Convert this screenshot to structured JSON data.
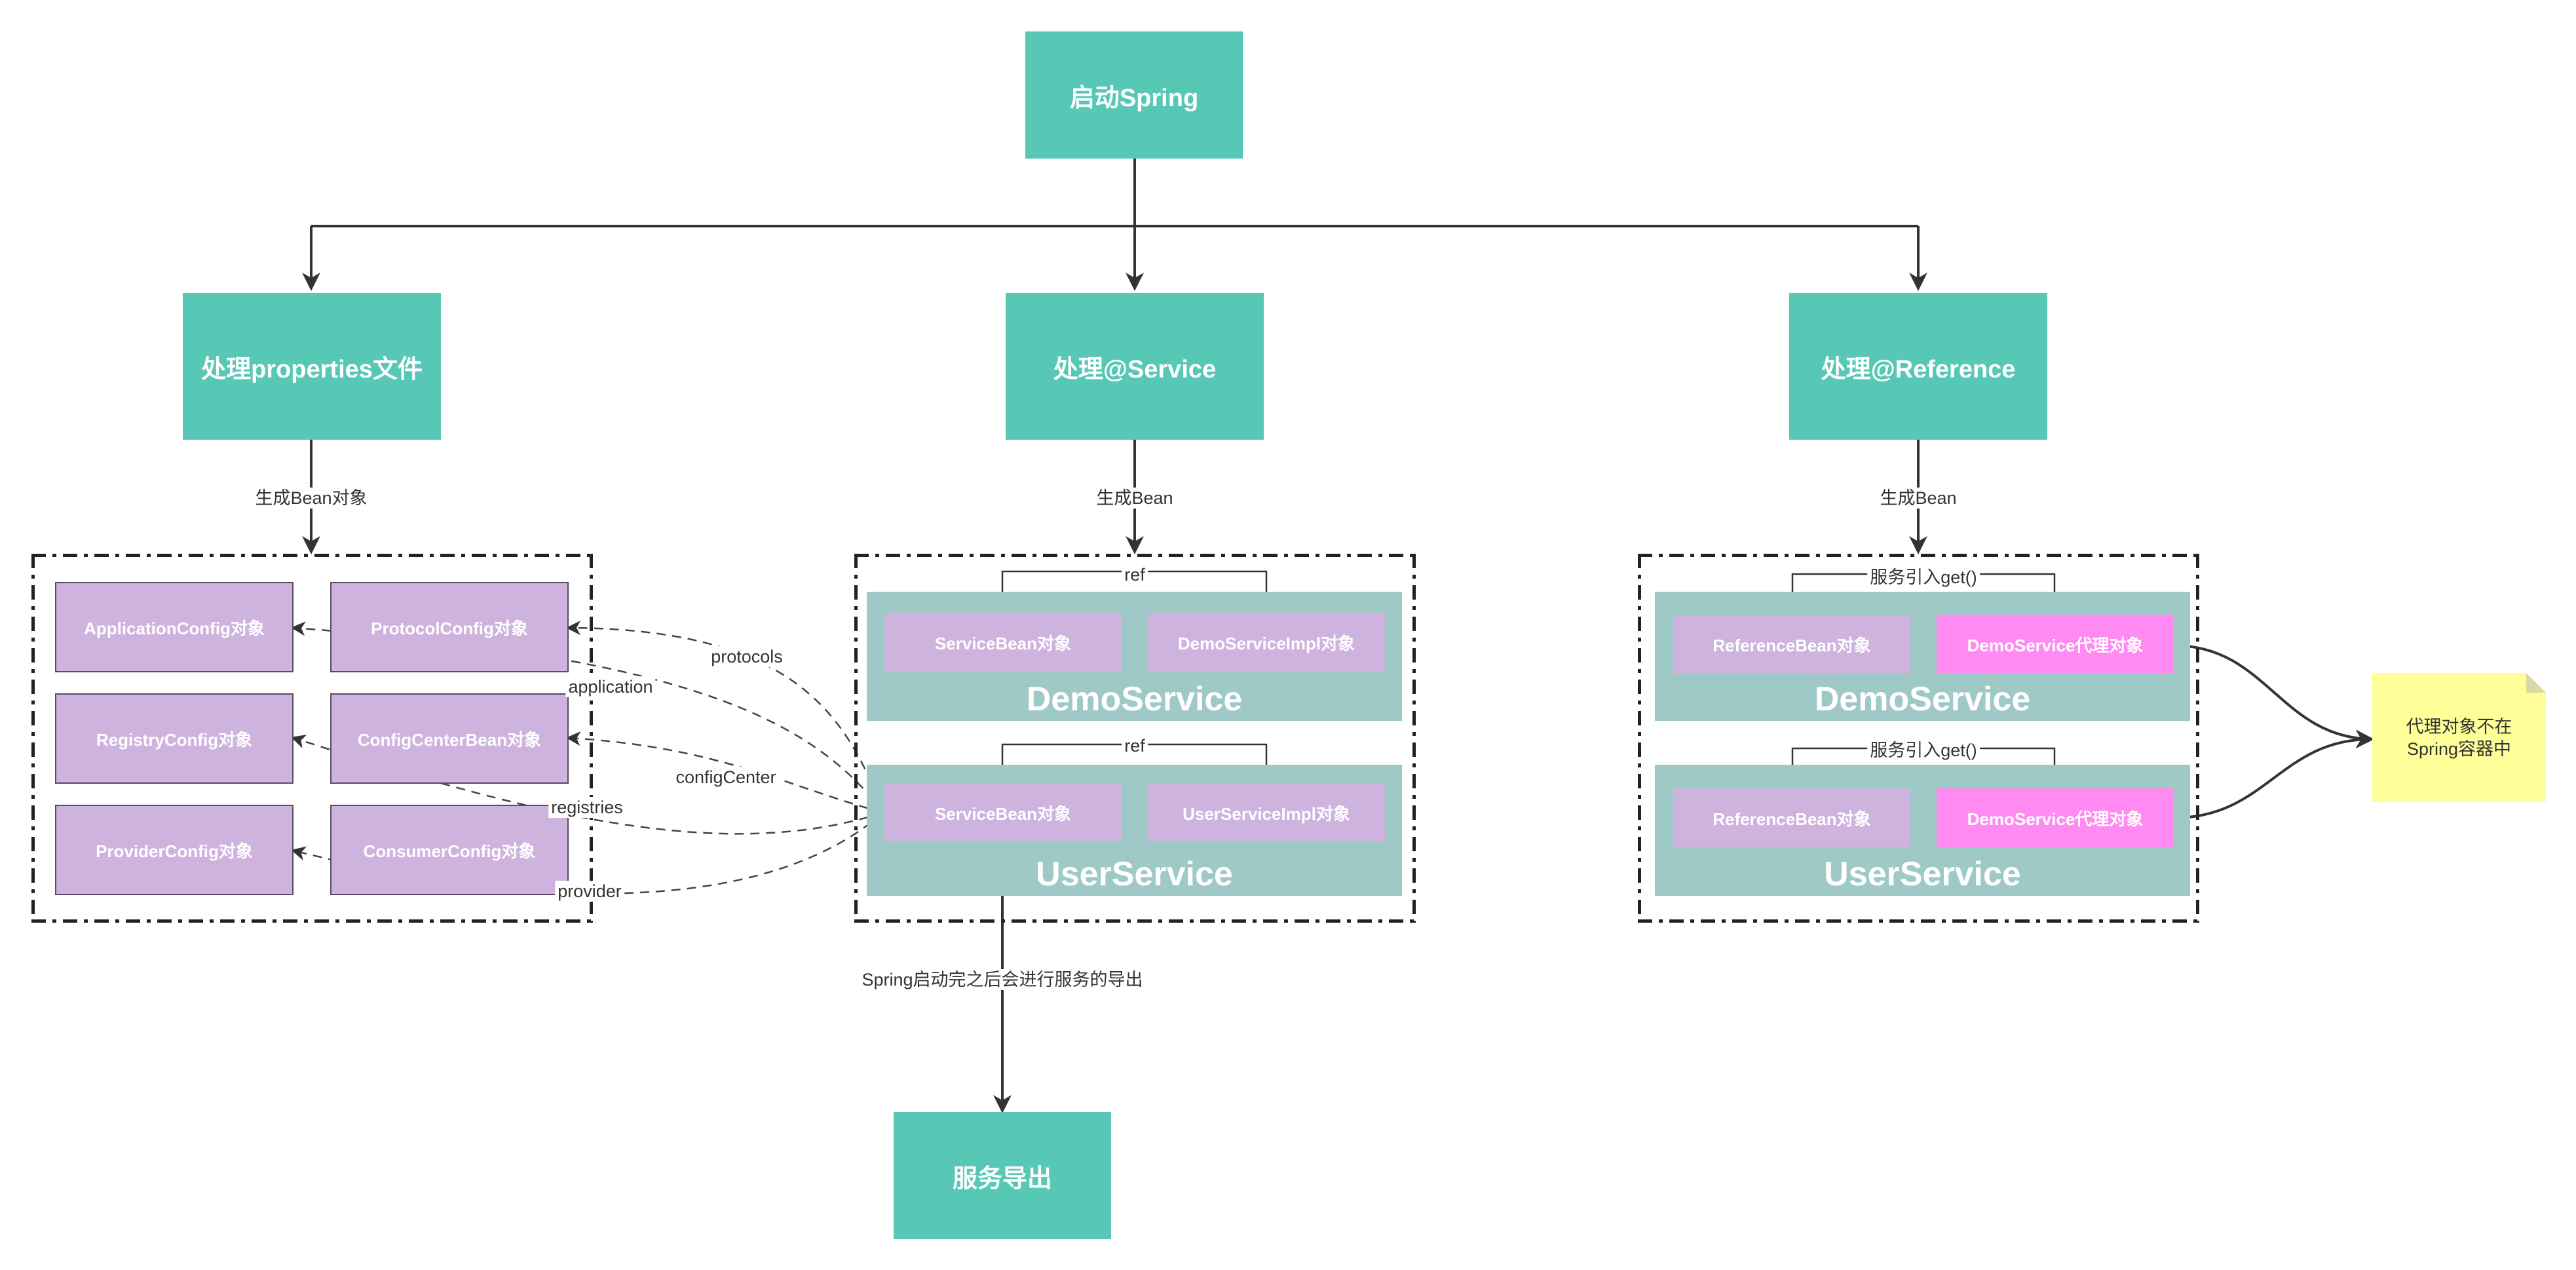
{
  "nodes": {
    "start": "启动Spring",
    "properties": "处理properties文件",
    "service": "处理@Service",
    "reference": "处理@Reference",
    "export": "服务导出"
  },
  "edges": {
    "gen_bean_obj": "生成Bean对象",
    "gen_bean_service": "生成Bean",
    "gen_bean_reference": "生成Bean",
    "ref_demo": "ref",
    "ref_user": "ref",
    "ref_get_demo": "服务引入get()",
    "ref_get_user": "服务引入get()",
    "export_label": "Spring启动完之后会进行服务的导出",
    "protocols": "protocols",
    "application": "application",
    "configCenter": "configCenter",
    "registries": "registries",
    "provider": "provider"
  },
  "config_objects": {
    "application": "ApplicationConfig对象",
    "protocol": "ProtocolConfig对象",
    "registry": "RegistryConfig对象",
    "config_center": "ConfigCenterBean对象",
    "provider": "ProviderConfig对象",
    "consumer": "ConsumerConfig对象"
  },
  "service_group": {
    "demo": {
      "bean": "ServiceBean对象",
      "impl": "DemoServiceImpl对象",
      "title": "DemoService"
    },
    "user": {
      "bean": "ServiceBean对象",
      "impl": "UserServiceImpl对象",
      "title": "UserService"
    }
  },
  "reference_group": {
    "demo": {
      "bean": "ReferenceBean对象",
      "proxy": "DemoService代理对象",
      "title": "DemoService"
    },
    "user": {
      "bean": "ReferenceBean对象",
      "proxy": "DemoService代理对象",
      "title": "UserService"
    }
  },
  "note": {
    "line1": "代理对象不在",
    "line2": "Spring容器中"
  },
  "colors": {
    "teal_node": "#58c8b6",
    "config_fill": "#cdb3de",
    "panel_fill": "#9fc9c6",
    "proxy_fill": "#ff8af2",
    "note_fill": "#ffff99",
    "line": "#333333"
  }
}
